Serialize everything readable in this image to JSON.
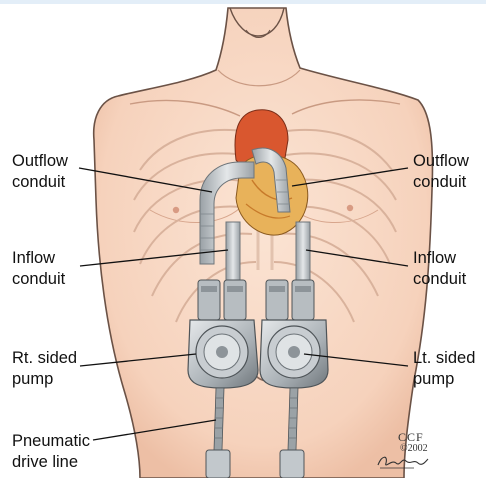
{
  "labels": {
    "outflow_left": [
      "Outflow",
      "conduit"
    ],
    "outflow_right": [
      "Outflow",
      "conduit"
    ],
    "inflow_left": [
      "Inflow",
      "conduit"
    ],
    "inflow_right": [
      "Inflow",
      "conduit"
    ],
    "rt_pump": [
      "Rt. sided",
      "pump"
    ],
    "lt_pump": [
      "Lt. sided",
      "pump"
    ],
    "drive_line": [
      "Pneumatic",
      "drive line"
    ]
  },
  "credit": {
    "org": "CCF",
    "year": "©2002"
  },
  "colors": {
    "skin": "#f9dcc8",
    "skin_shadow": "#e9b89e",
    "outline": "#5a4a42",
    "heart": "#e8b25a",
    "aorta": "#d9572f",
    "conduit": "#c8cdd1",
    "pump": "#a9b0b5",
    "background_bar": "#e3eef8"
  }
}
